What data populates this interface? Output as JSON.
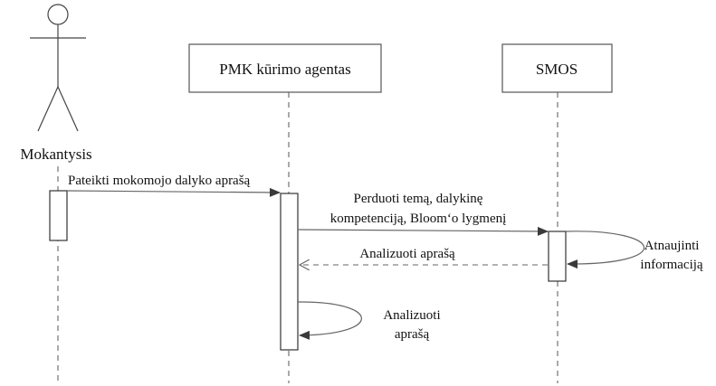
{
  "participants": {
    "actor": {
      "label": "Mokantysis"
    },
    "agent": {
      "label": "PMK kūrimo agentas"
    },
    "smos": {
      "label": "SMOS"
    }
  },
  "messages": [
    {
      "id": "m1",
      "lines": [
        "Pateikti mokomojo dalyko aprašą"
      ],
      "style": "solid",
      "from": "actor",
      "to": "agent"
    },
    {
      "id": "m2",
      "lines": [
        "Perduoti temą, dalykinę",
        "kompetenciją, Bloom‘o lygmenį"
      ],
      "style": "solid",
      "from": "agent",
      "to": "smos"
    },
    {
      "id": "m3",
      "lines": [
        "Atnaujinti",
        "informaciją"
      ],
      "style": "self",
      "from": "smos",
      "to": "smos"
    },
    {
      "id": "m4",
      "lines": [
        "Analizuoti aprašą"
      ],
      "style": "dashed",
      "from": "smos",
      "to": "agent"
    },
    {
      "id": "m5",
      "lines": [
        "Analizuoti",
        "aprašą"
      ],
      "style": "self",
      "from": "agent",
      "to": "agent"
    }
  ]
}
